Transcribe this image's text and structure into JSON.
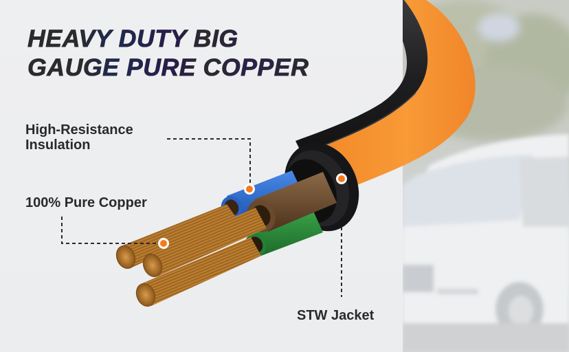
{
  "headline": {
    "line1": "HEAVY DUTY BIG",
    "line2": "GAUGE PURE COPPER"
  },
  "callouts": [
    {
      "id": "insulation",
      "label_line1": "High-Resistance",
      "label_line2": "Insulation",
      "marker_color": "#f47a1f"
    },
    {
      "id": "copper",
      "label": "100% Pure Copper",
      "marker_color": "#f47a1f"
    },
    {
      "id": "jacket",
      "label": "STW Jacket",
      "marker_color": "#f47a1f"
    }
  ],
  "colors": {
    "background": "#edeef0",
    "jacket_orange": "#f7902a",
    "jacket_black": "#1e1e20",
    "wire_blue": "#2f6fd0",
    "wire_brown": "#6b4a2c",
    "wire_green": "#2e8a3a",
    "copper": "#c98a32",
    "leader_line": "#2a2a2c"
  }
}
